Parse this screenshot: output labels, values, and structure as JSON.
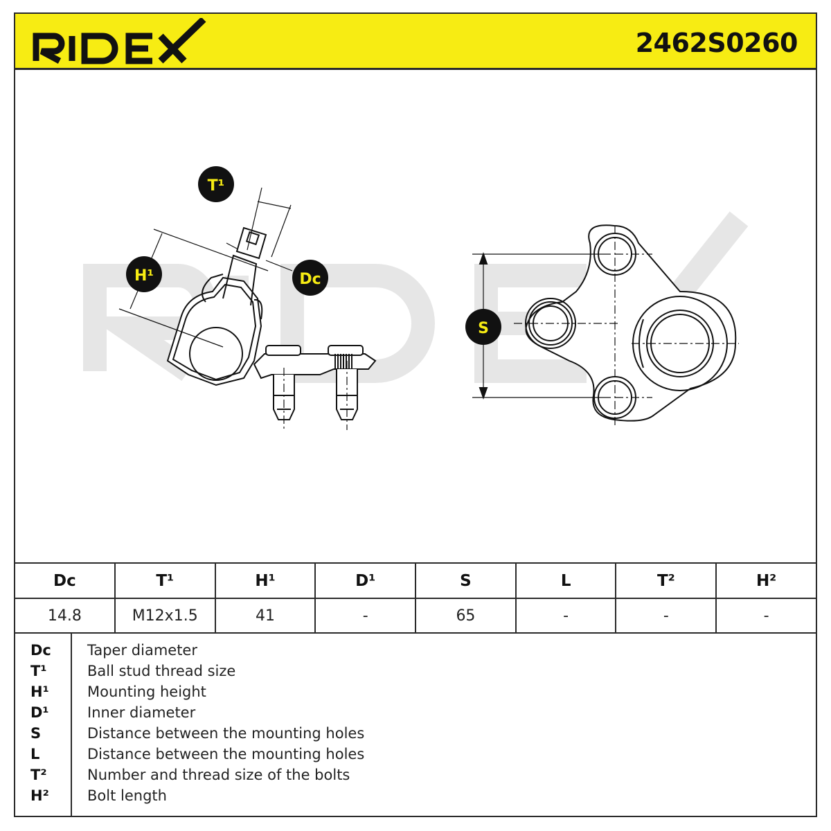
{
  "brand": {
    "logo_text": "RIDEX",
    "accent_color": "#f7ec13"
  },
  "part_number": "2462S0260",
  "drawing": {
    "callouts": [
      {
        "key": "T1",
        "label": "T¹"
      },
      {
        "key": "H1",
        "label": "H¹"
      },
      {
        "key": "Dc",
        "label": "Dc"
      },
      {
        "key": "S",
        "label": "S"
      }
    ],
    "watermark": "RIDEX"
  },
  "specs": {
    "headers": [
      "Dc",
      "T¹",
      "H¹",
      "D¹",
      "S",
      "L",
      "T²",
      "H²"
    ],
    "values": [
      "14.8",
      "M12x1.5",
      "41",
      "-",
      "65",
      "-",
      "-",
      "-"
    ]
  },
  "legend": [
    {
      "key": "Dc",
      "desc": "Taper diameter"
    },
    {
      "key": "T¹",
      "desc": "Ball stud thread size"
    },
    {
      "key": "H¹",
      "desc": "Mounting height"
    },
    {
      "key": "D¹",
      "desc": "Inner diameter"
    },
    {
      "key": "S",
      "desc": "Distance between the mounting holes"
    },
    {
      "key": "L",
      "desc": "Distance between the mounting holes"
    },
    {
      "key": "T²",
      "desc": "Number and thread size of the bolts"
    },
    {
      "key": "H²",
      "desc": "Bolt length"
    }
  ]
}
